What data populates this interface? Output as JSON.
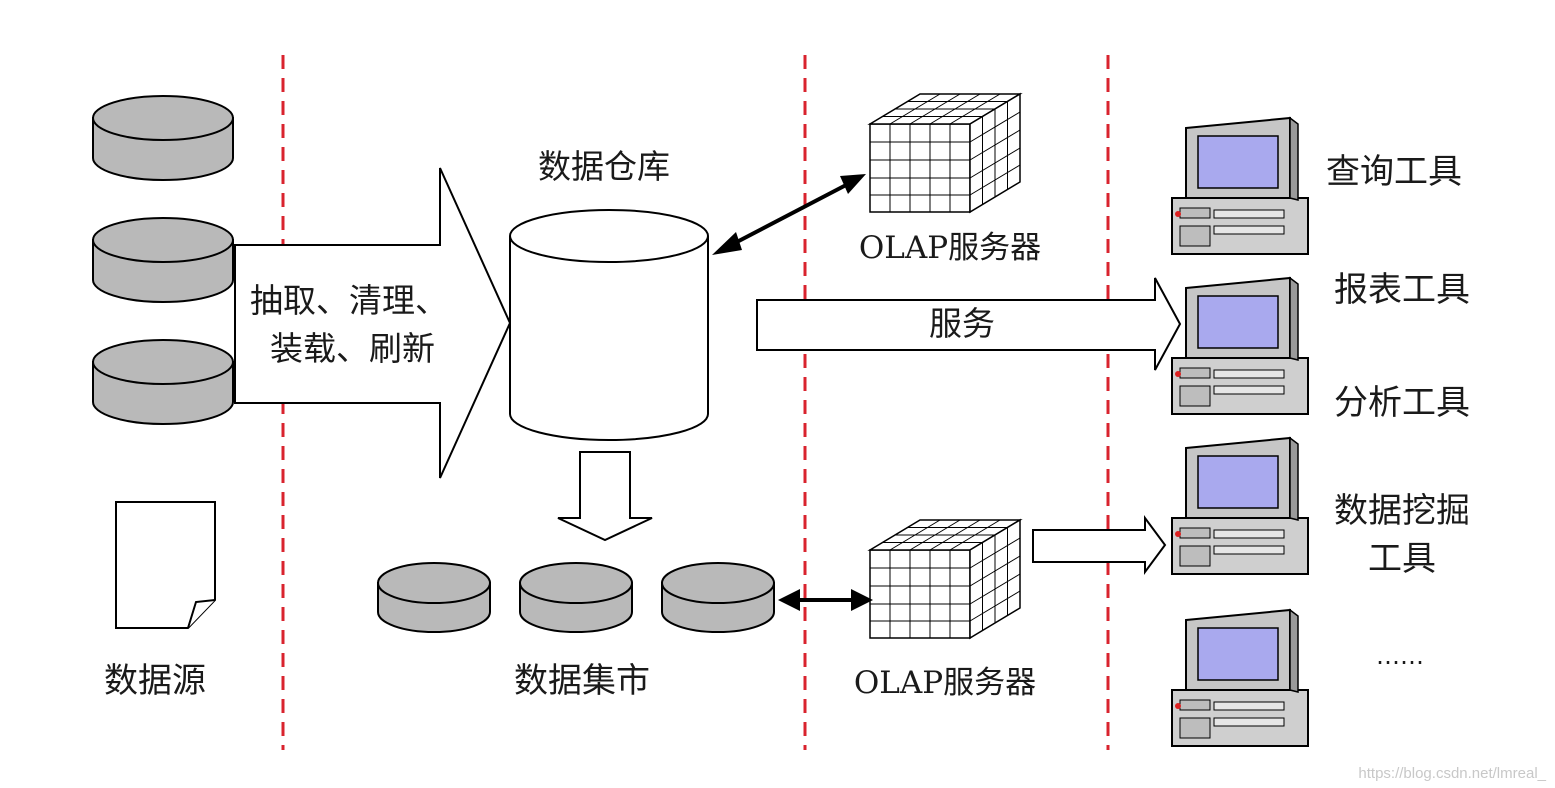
{
  "source": {
    "label": "数据源"
  },
  "etl": {
    "line1": "抽取、清理、",
    "line2": "装载、刷新"
  },
  "warehouse": {
    "label": "数据仓库"
  },
  "marts": {
    "label": "数据集市"
  },
  "olap_top": {
    "label": "OLAP服务器"
  },
  "olap_bottom": {
    "label": "OLAP服务器"
  },
  "service": {
    "label": "服务"
  },
  "tools": {
    "query": "查询工具",
    "report": "报表工具",
    "analysis": "分析工具",
    "mining_line1": "数据挖掘",
    "mining_line2": "工具",
    "more": "……"
  },
  "watermark": "https://blog.csdn.net/lmreal_",
  "colors": {
    "divider": "#d9232e",
    "disk": "#b9b9b9",
    "screen": "#a9a9ee"
  }
}
